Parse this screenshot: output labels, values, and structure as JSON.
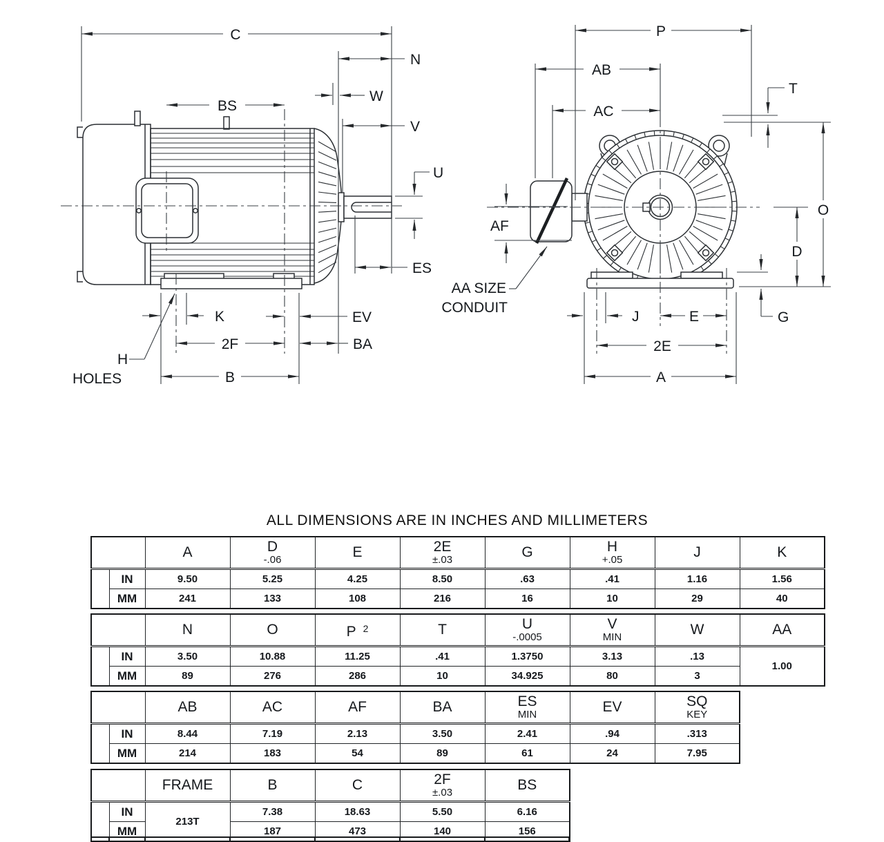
{
  "title": "ALL DIMENSIONS ARE IN INCHES AND MILLIMETERS",
  "diagram": {
    "side_view": {
      "c": "C",
      "bs": "BS",
      "n": "N",
      "w": "W",
      "v": "V",
      "u": "U",
      "es": "ES",
      "k": "K",
      "ev": "EV",
      "f2": "2F",
      "ba": "BA",
      "b": "B",
      "h": "H",
      "holes": "HOLES"
    },
    "end_view": {
      "p": "P",
      "ab": "AB",
      "ac": "AC",
      "t": "T",
      "o": "O",
      "d": "D",
      "g": "G",
      "af": "AF",
      "aa_size": "AA SIZE",
      "conduit": "CONDUIT",
      "j": "J",
      "e": "E",
      "e2": "2E",
      "a": "A"
    }
  },
  "tables": [
    {
      "row_labels": [
        "IN",
        "MM"
      ],
      "headers": [
        {
          "l1": "A"
        },
        {
          "l1": "D",
          "l2": "-.06"
        },
        {
          "l1": "E"
        },
        {
          "l1": "2E",
          "l2": "±.03"
        },
        {
          "l1": "G"
        },
        {
          "l1": "H",
          "l2": "+.05"
        },
        {
          "l1": "J"
        },
        {
          "l1": "K"
        }
      ],
      "in": [
        "9.50",
        "5.25",
        "4.25",
        "8.50",
        ".63",
        ".41",
        "1.16",
        "1.56"
      ],
      "mm": [
        "241",
        "133",
        "108",
        "216",
        "16",
        "10",
        "29",
        "40"
      ]
    },
    {
      "row_labels": [
        "IN",
        "MM"
      ],
      "headers": [
        {
          "l1": "N"
        },
        {
          "l1": "O"
        },
        {
          "l1": "P",
          "sup": "2"
        },
        {
          "l1": "T"
        },
        {
          "l1": "U",
          "l2": "-.0005"
        },
        {
          "l1": "V",
          "l2": "MIN"
        },
        {
          "l1": "W"
        },
        {
          "l1": "AA"
        }
      ],
      "in": [
        "3.50",
        "10.88",
        "11.25",
        ".41",
        "1.3750",
        "3.13",
        ".13"
      ],
      "mm": [
        "89",
        "276",
        "286",
        "10",
        "34.925",
        "80",
        "3"
      ],
      "aa": "1.00"
    },
    {
      "row_labels": [
        "IN",
        "MM"
      ],
      "headers": [
        {
          "l1": "AB"
        },
        {
          "l1": "AC"
        },
        {
          "l1": "AF"
        },
        {
          "l1": "BA"
        },
        {
          "l1": "ES",
          "l2": "MIN"
        },
        {
          "l1": "EV"
        },
        {
          "l1": "SQ",
          "l2": "KEY"
        }
      ],
      "in": [
        "8.44",
        "7.19",
        "2.13",
        "3.50",
        "2.41",
        ".94",
        ".313"
      ],
      "mm": [
        "214",
        "183",
        "54",
        "89",
        "61",
        "24",
        "7.95"
      ]
    },
    {
      "row_labels": [
        "IN",
        "MM"
      ],
      "frame": "213T",
      "headers": [
        {
          "l1": "FRAME"
        },
        {
          "l1": "B"
        },
        {
          "l1": "C"
        },
        {
          "l1": "2F",
          "l2": "±.03"
        },
        {
          "l1": "BS"
        }
      ],
      "in": [
        "7.38",
        "18.63",
        "5.50",
        "6.16"
      ],
      "mm": [
        "187",
        "473",
        "140",
        "156"
      ]
    }
  ]
}
